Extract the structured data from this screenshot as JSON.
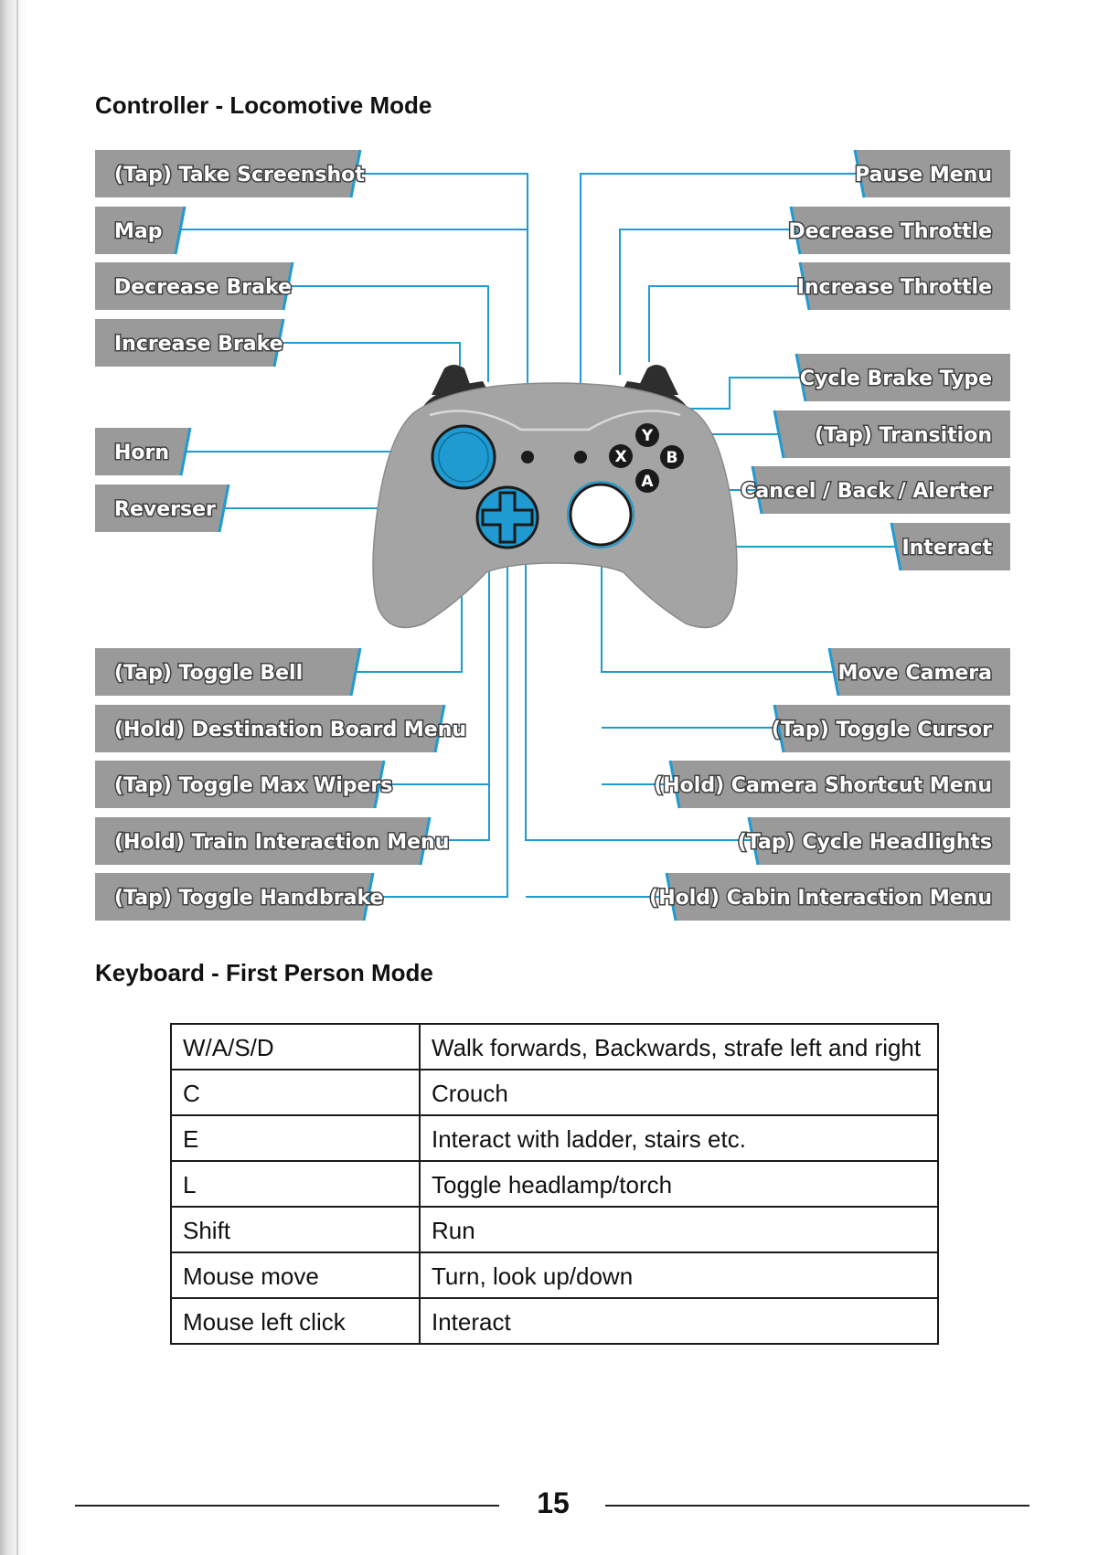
{
  "controller_section": {
    "title": "Controller - Locomotive Mode",
    "left_labels": [
      "(Tap) Take Screenshot",
      "Map",
      "Decrease Brake",
      "Increase Brake",
      "Horn",
      "Reverser",
      "(Tap) Toggle Bell",
      "(Hold) Destination Board Menu",
      "(Tap) Toggle Max Wipers",
      "(Hold) Train Interaction Menu",
      "(Tap) Toggle Handbrake"
    ],
    "right_labels": [
      "Pause Menu",
      "Decrease Throttle",
      "Increase Throttle",
      "Cycle Brake Type",
      "(Tap) Transition",
      "Cancel / Back / Alerter",
      "Interact",
      "Move Camera",
      "(Tap) Toggle Cursor",
      "(Hold) Camera Shortcut Menu",
      "(Tap) Cycle Headlights",
      "(Hold) Cabin Interaction Menu"
    ],
    "face_buttons": {
      "y": "Y",
      "x": "X",
      "b": "B",
      "a": "A"
    },
    "colors": {
      "label_bg": "#9a9a9a",
      "accent": "#1f9bd1",
      "controller_body": "#a4a4a4"
    }
  },
  "keyboard_section": {
    "title": "Keyboard - First Person Mode",
    "rows": [
      [
        "W/A/S/D",
        "Walk forwards, Backwards, strafe left and right"
      ],
      [
        "C",
        "Crouch"
      ],
      [
        "E",
        "Interact with ladder, stairs etc."
      ],
      [
        "L",
        "Toggle headlamp/torch"
      ],
      [
        "Shift",
        "Run"
      ],
      [
        "Mouse move",
        "Turn, look up/down"
      ],
      [
        "Mouse left click",
        "Interact"
      ]
    ]
  },
  "page_number": "15"
}
